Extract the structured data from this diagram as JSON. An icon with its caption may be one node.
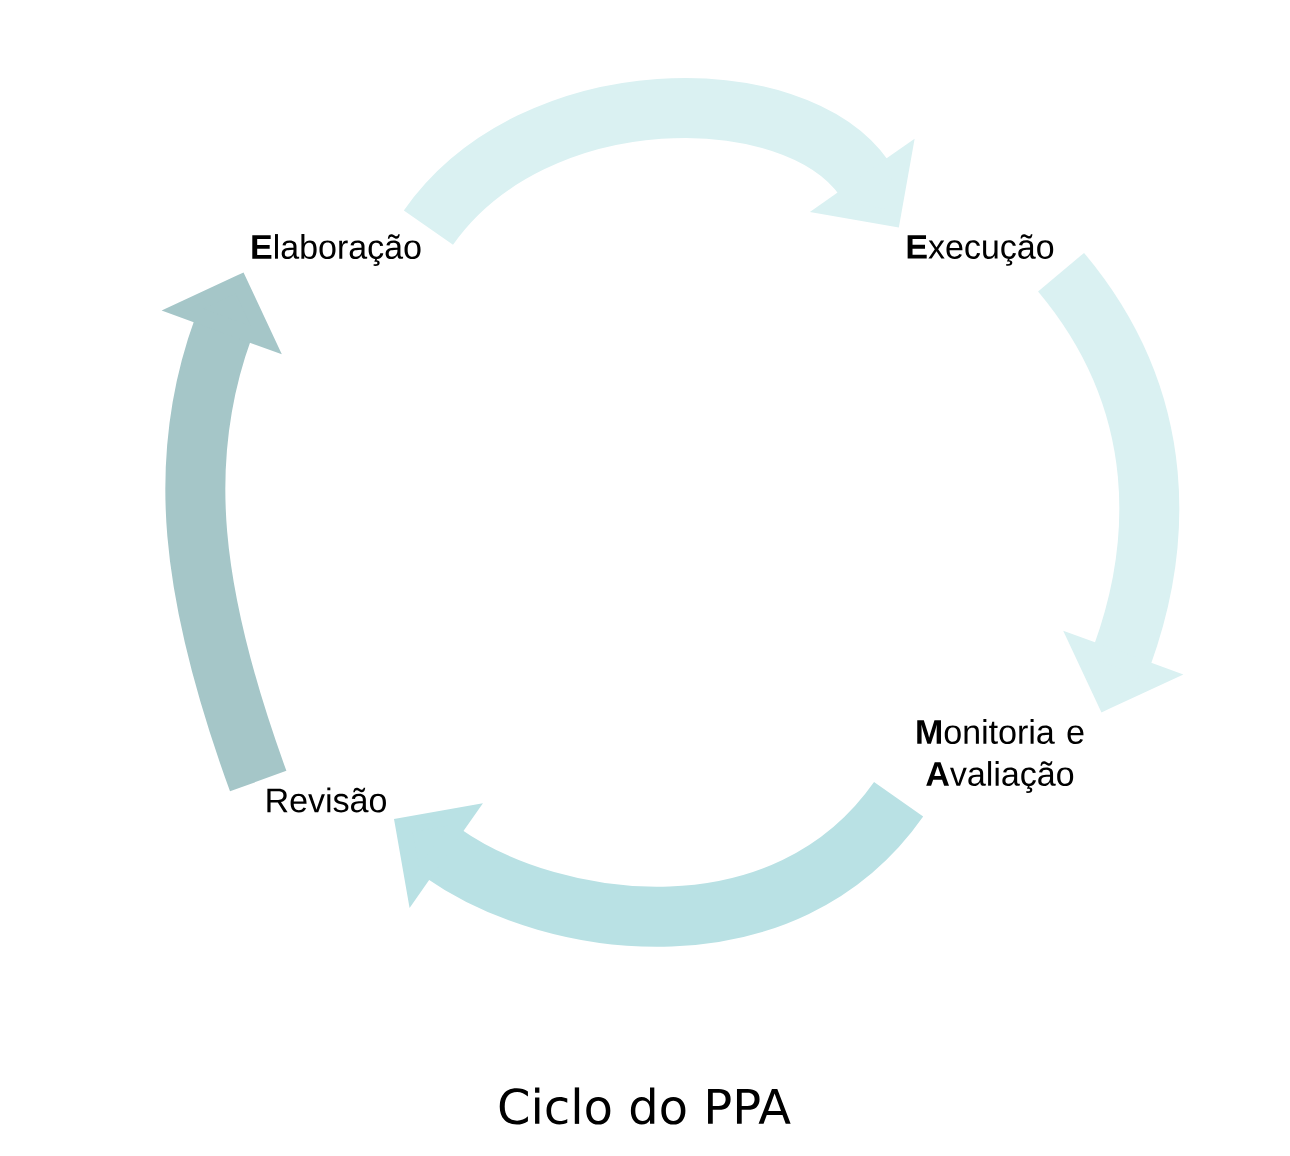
{
  "diagram": {
    "caption": "Ciclo do PPA",
    "nodes": [
      {
        "text": [
          "**E**laboração"
        ]
      },
      {
        "text": [
          "**E**xecução"
        ]
      },
      {
        "text": [
          "**M**onitoria e **A**valiação"
        ]
      },
      {
        "text": [
          "Revisão"
        ]
      }
    ],
    "edges": [
      {
        "from": 0,
        "to": 1,
        "arrow": "to"
      },
      {
        "from": 1,
        "to": 2,
        "arrow": "to"
      },
      {
        "from": 2,
        "to": 3,
        "arrow": "to",
        "color": "#b9e1e4"
      },
      {
        "from": 3,
        "to": 0,
        "arrow": "to",
        "color": "#a5c6c8"
      }
    ]
  }
}
